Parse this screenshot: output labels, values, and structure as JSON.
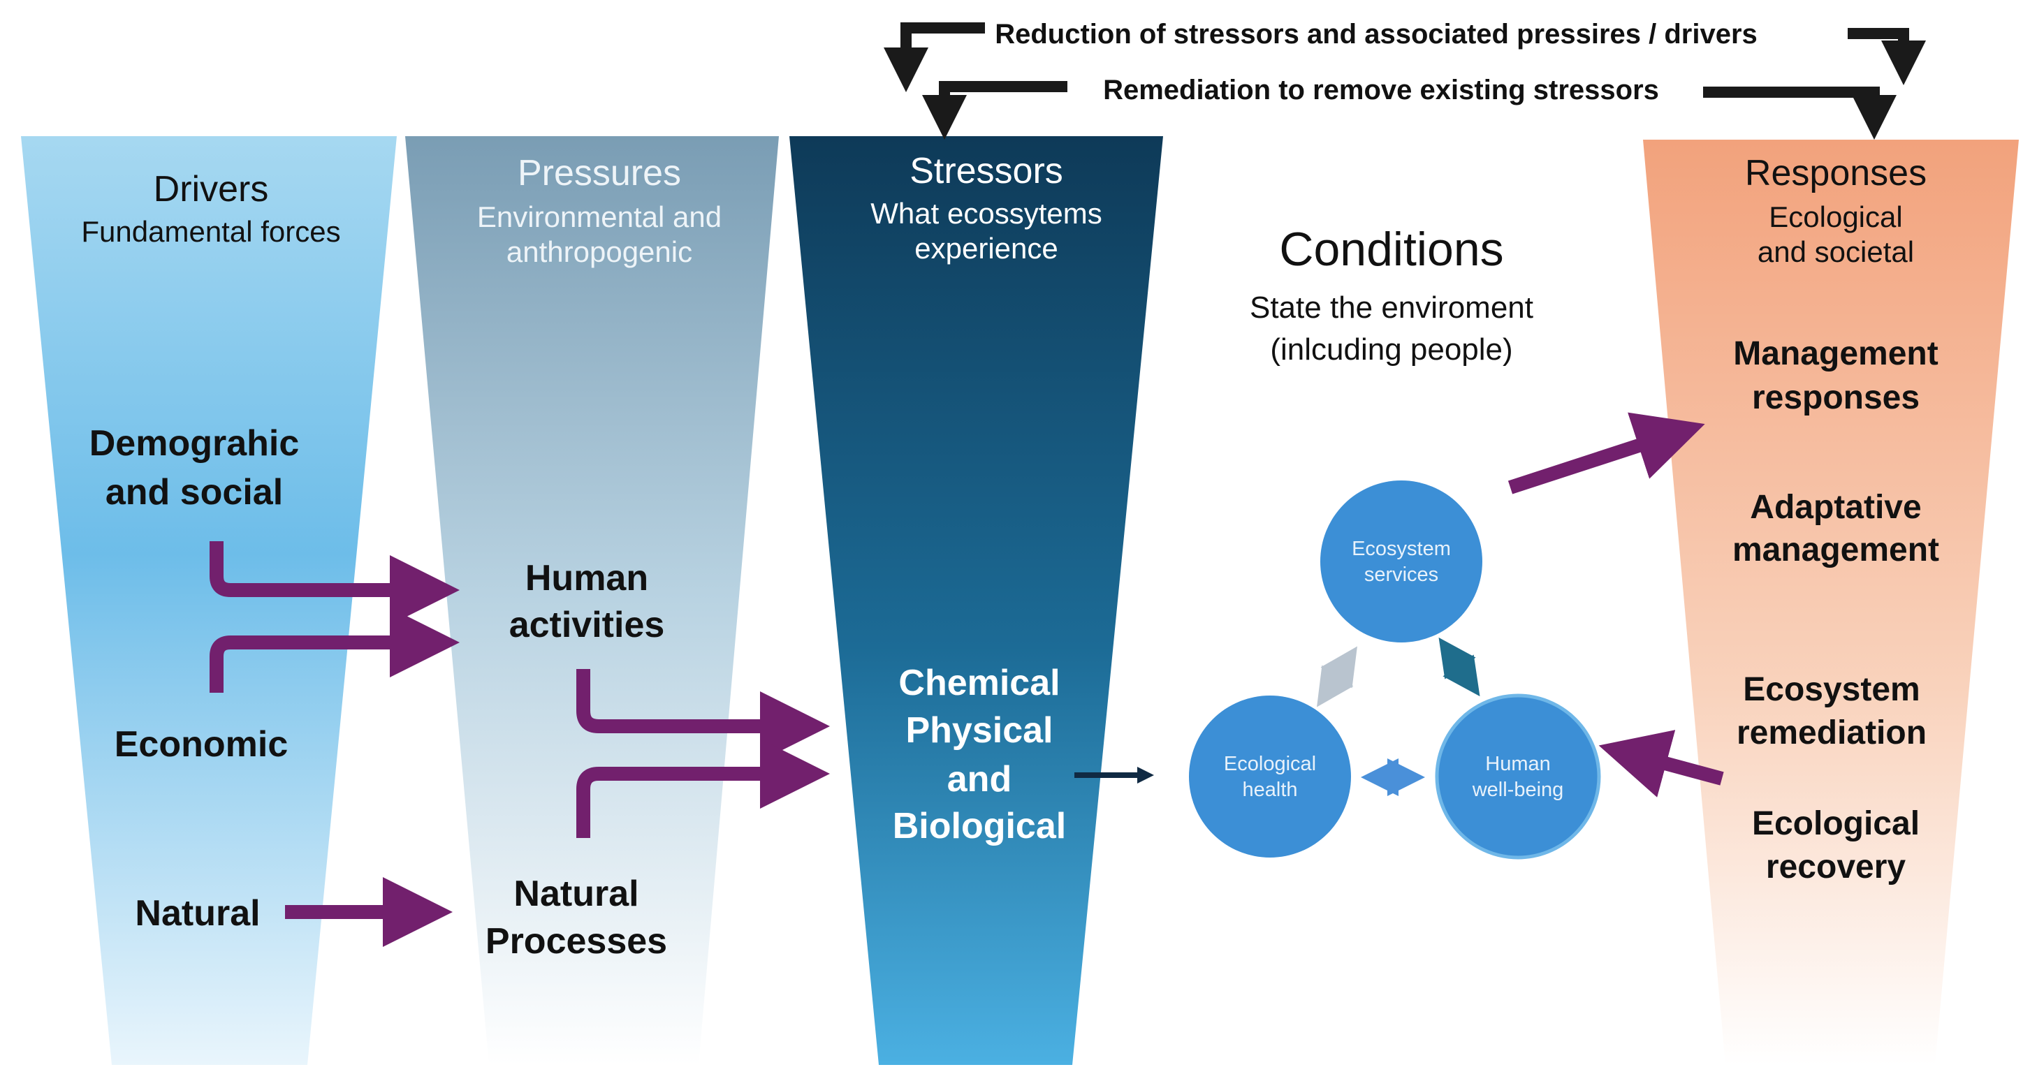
{
  "top_feedback": {
    "reduction": "Reduction of stressors and associated pressires / drivers",
    "remediation": "Remediation to remove existing stressors"
  },
  "drivers": {
    "title": "Drivers",
    "subtitle": "Fundamental forces",
    "items": {
      "demographic_1": "Demograhic",
      "demographic_2": "and social",
      "economic": "Economic",
      "natural": "Natural"
    }
  },
  "pressures": {
    "title": "Pressures",
    "subtitle_1": "Environmental and",
    "subtitle_2": "anthropogenic",
    "items": {
      "human_1": "Human",
      "human_2": "activities",
      "natural_1": "Natural",
      "natural_2": "Processes"
    }
  },
  "stressors": {
    "title": "Stressors",
    "subtitle_1": "What ecossytems",
    "subtitle_2": "experience",
    "items": {
      "line_1": "Chemical",
      "line_2": "Physical",
      "line_3": "and",
      "line_4": "Biological"
    }
  },
  "conditions": {
    "title": "Conditions",
    "subtitle_1": "State the enviroment",
    "subtitle_2": "(inlcuding people)",
    "circles": {
      "ecosystem_1": "Ecosystem",
      "ecosystem_2": "services",
      "ecological_1": "Ecological",
      "ecological_2": "health",
      "human_1": "Human",
      "human_2": "well-being"
    }
  },
  "responses": {
    "title": "Responses",
    "subtitle_1": "Ecological",
    "subtitle_2": "and societal",
    "items": {
      "management_1": "Management",
      "management_2": "responses",
      "adaptive_1": "Adaptative",
      "adaptive_2": "management",
      "remediation_1": "Ecosystem",
      "remediation_2": "remediation",
      "recovery_1": "Ecological",
      "recovery_2": "recovery"
    }
  },
  "colors": {
    "drivers_top": "#9dd3ef",
    "drivers_mid": "#6ebde8",
    "pressures_top": "#7d9eb4",
    "stressors_top": "#0f3e5c",
    "stressors_bottom": "#4aaee0",
    "responses_top": "#f4a57f",
    "circle": "#3c8fd6",
    "arrow_purple": "#72206d",
    "arrow_teal": "#1f6d8c"
  }
}
